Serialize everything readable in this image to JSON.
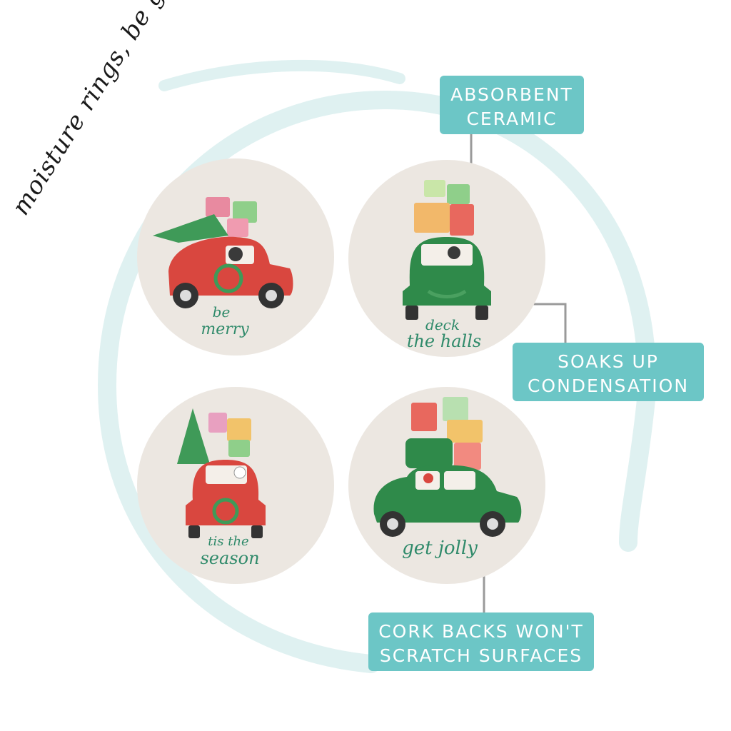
{
  "tagline": "moisture rings, be gone!",
  "callouts": {
    "absorbent": [
      "ABSORBENT",
      "CERAMIC"
    ],
    "soaks": [
      "SOAKS UP",
      "CONDENSATION"
    ],
    "cork": [
      "CORK BACKS WON'T",
      "SCRATCH SURFACES"
    ]
  },
  "coasters": [
    {
      "line1": "be",
      "line2": "merry",
      "car": "red"
    },
    {
      "line1": "deck",
      "line2": "the halls",
      "car": "green"
    },
    {
      "line1": "tis the",
      "line2": "season",
      "car": "red"
    },
    {
      "line1": "get jolly",
      "line2": "",
      "car": "green"
    }
  ],
  "colors": {
    "swirl": "#dff1f1",
    "callout": "#6cc6c6",
    "coaster": "#ece7e1",
    "red_car": "#d9473f",
    "green_car": "#2f8a4a",
    "text_green": "#2f8a6a",
    "connector": "#9a9a9a"
  }
}
